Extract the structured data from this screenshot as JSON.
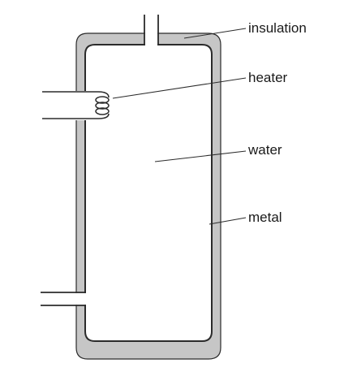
{
  "labels": {
    "insulation": "insulation",
    "heater": "heater",
    "water": "water",
    "metal": "metal"
  },
  "colors": {
    "insulation": "#c6c6c6",
    "outline": "#2b2b2b",
    "background": "#ffffff"
  }
}
